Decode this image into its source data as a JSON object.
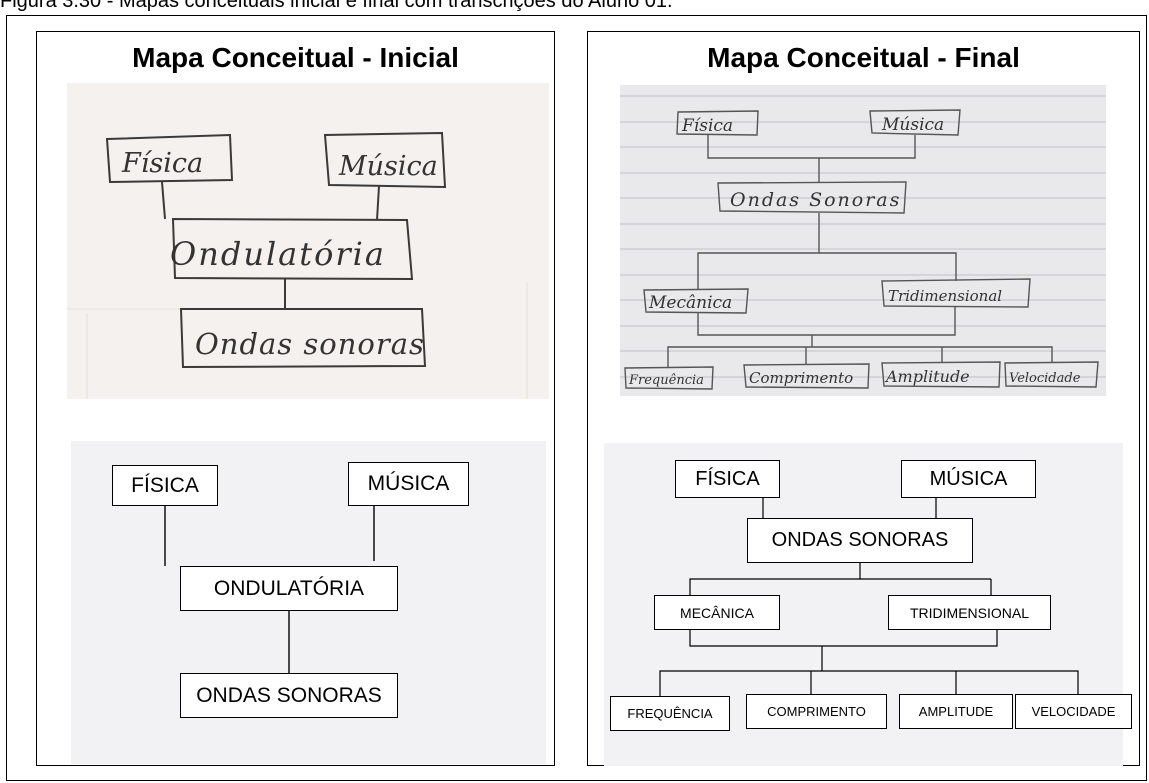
{
  "caption": "Figura 3.30 - Mapas conceituais inicial e final com transcrições do Aluno 01.",
  "initial": {
    "title": "Mapa Conceitual - Inicial",
    "handwritten": [
      "Física",
      "Música",
      "Ondulatória",
      "Ondas sonoras"
    ],
    "transcription": [
      "FÍSICA",
      "MÚSICA",
      "ONDULATÓRIA",
      "ONDAS SONORAS"
    ]
  },
  "final": {
    "title": "Mapa Conceitual - Final",
    "handwritten": [
      "Física",
      "Música",
      "Ondas Sonoras",
      "Mecânica",
      "Tridimensional",
      "Frequência",
      "Comprimento",
      "Amplitude",
      "Velocidade"
    ],
    "transcription": [
      "FÍSICA",
      "MÚSICA",
      "ONDAS SONORAS",
      "MECÂNICA",
      "TRIDIMENSIONAL",
      "FREQUÊNCIA",
      "COMPRIMENTO",
      "AMPLITUDE",
      "VELOCIDADE"
    ]
  }
}
